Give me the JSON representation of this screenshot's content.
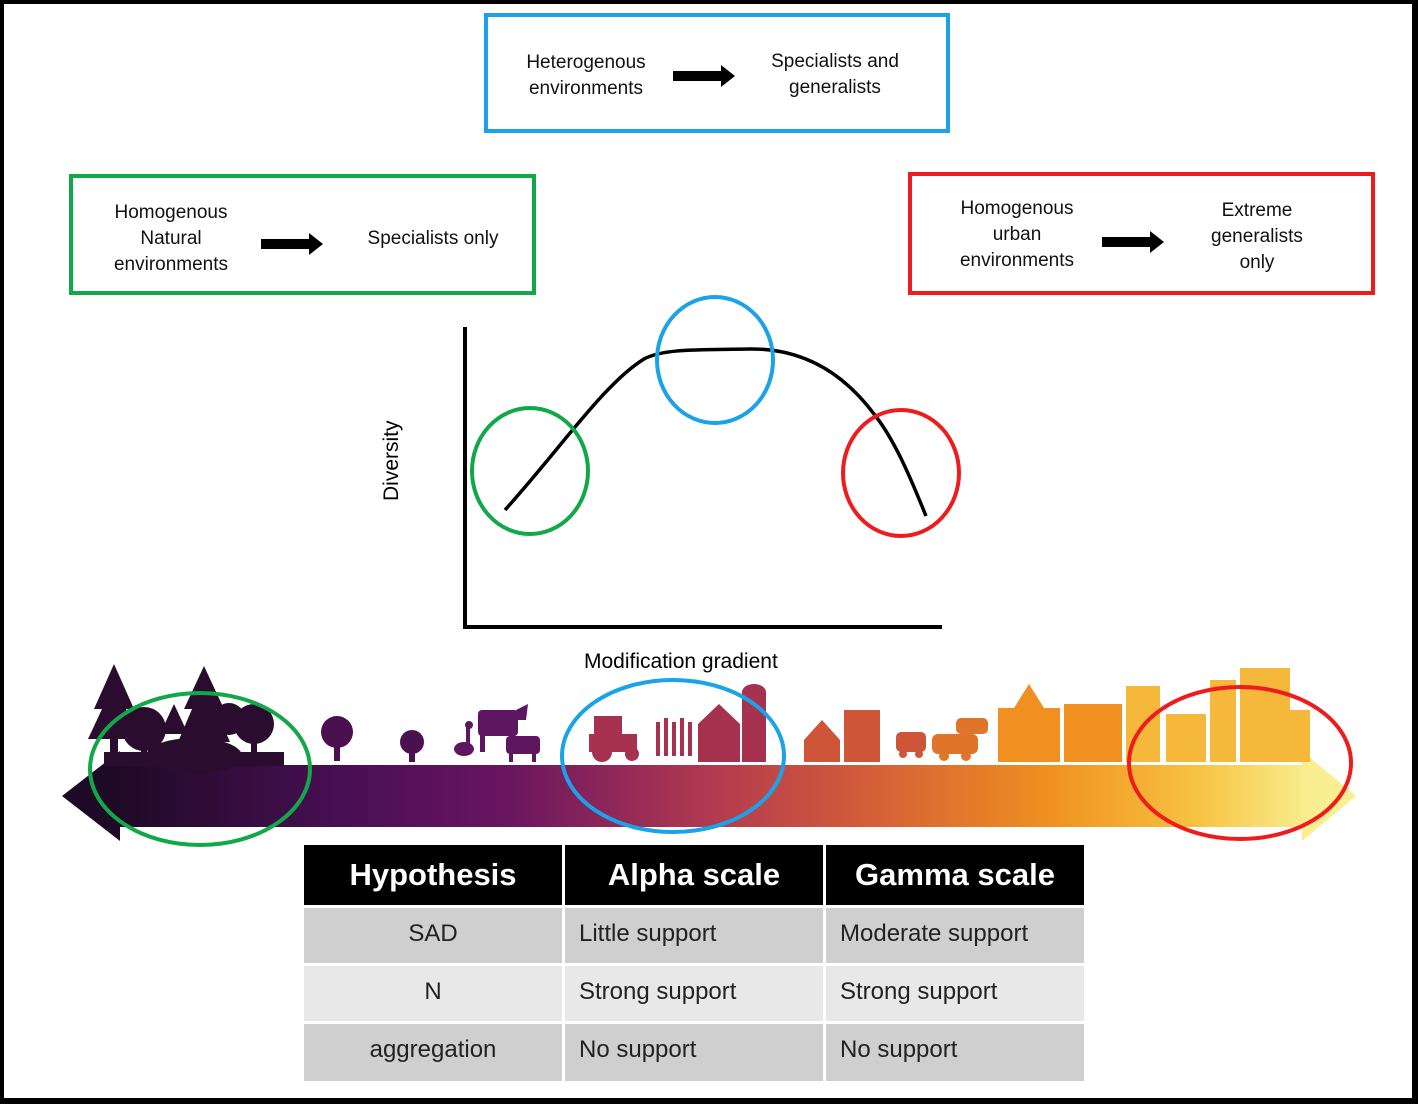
{
  "boxes": {
    "blue": {
      "left": "Heterogenous\nenvironments",
      "right": "Specialists and\ngeneralists",
      "color": "#1aa3e8"
    },
    "green": {
      "left": "Homogenous\nNatural\nenvironments",
      "right": "Specialists only",
      "color": "#12a84a"
    },
    "red": {
      "left": "Homogenous\nurban\nenvironments",
      "right": "Extreme\ngeneralists\nonly",
      "color": "#ee1c1c"
    }
  },
  "plot": {
    "ylabel": "Diversity",
    "xlabel": "Modification gradient"
  },
  "gradient": {
    "colors": [
      "#1e0a26",
      "#4a0f55",
      "#6a1560",
      "#b23a50",
      "#d25a3a",
      "#ef9020",
      "#f7c040",
      "#f9ef90"
    ]
  },
  "table": {
    "headers": [
      "Hypothesis",
      "Alpha scale",
      "Gamma scale"
    ],
    "rows": [
      [
        "SAD",
        "Little support",
        "Moderate support"
      ],
      [
        "N",
        "Strong support",
        "Strong support"
      ],
      [
        "aggregation",
        "No support",
        "No support"
      ]
    ]
  }
}
